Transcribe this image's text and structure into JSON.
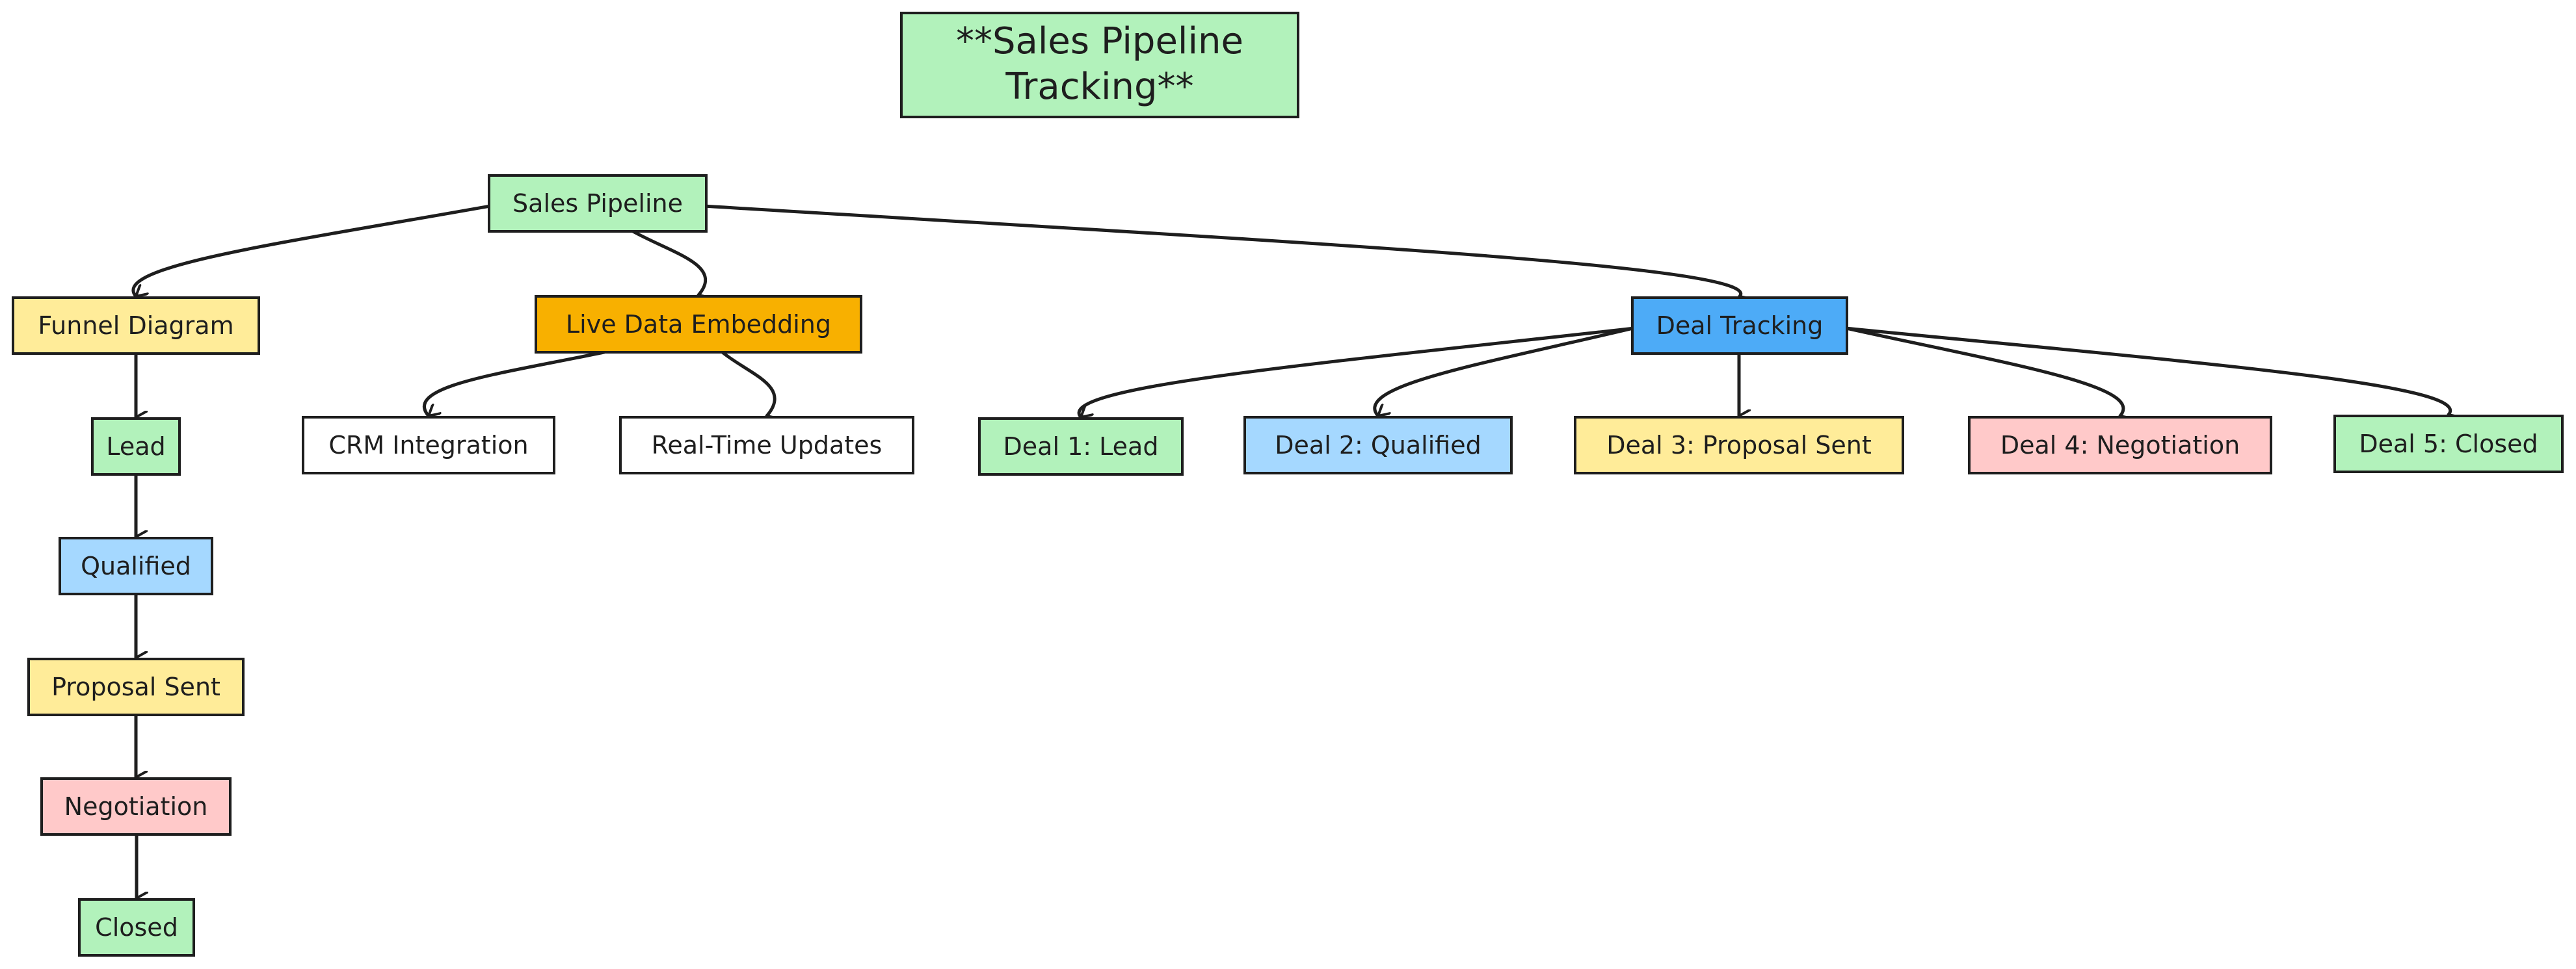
{
  "title": "**Sales Pipeline Tracking**",
  "title_lines": [
    "**Sales Pipeline",
    "Tracking**"
  ],
  "colors": {
    "green": "#b2f2bb",
    "yellow": "#ffec99",
    "orange": "#f8b000",
    "blue": "#4dabf7",
    "light_blue": "#a5d8ff",
    "pink": "#ffc9c9",
    "white": "#ffffff",
    "stroke": "#1e1e1e"
  },
  "nodes": {
    "root": {
      "label": "Sales Pipeline",
      "color": "#b2f2bb"
    },
    "funnel": {
      "label": "Funnel Diagram",
      "color": "#ffec99"
    },
    "lead": {
      "label": "Lead",
      "color": "#b2f2bb"
    },
    "qualified": {
      "label": "Qualified",
      "color": "#a5d8ff"
    },
    "proposal": {
      "label": "Proposal Sent",
      "color": "#ffec99"
    },
    "negotiation": {
      "label": "Negotiation",
      "color": "#ffc9c9"
    },
    "closed": {
      "label": "Closed",
      "color": "#b2f2bb"
    },
    "live": {
      "label": "Live Data Embedding",
      "color": "#f8b000"
    },
    "crm": {
      "label": "CRM Integration",
      "color": "#ffffff"
    },
    "realtime": {
      "label": "Real-Time Updates",
      "color": "#ffffff"
    },
    "deal_tracking": {
      "label": "Deal Tracking",
      "color": "#4dabf7"
    },
    "deal1": {
      "label": "Deal 1: Lead",
      "color": "#b2f2bb"
    },
    "deal2": {
      "label": "Deal 2: Qualified",
      "color": "#a5d8ff"
    },
    "deal3": {
      "label": "Deal 3: Proposal Sent",
      "color": "#ffec99"
    },
    "deal4": {
      "label": "Deal 4: Negotiation",
      "color": "#ffc9c9"
    },
    "deal5": {
      "label": "Deal 5: Closed",
      "color": "#b2f2bb"
    }
  },
  "edges": [
    [
      "root",
      "funnel"
    ],
    [
      "root",
      "live"
    ],
    [
      "root",
      "deal_tracking"
    ],
    [
      "funnel",
      "lead"
    ],
    [
      "lead",
      "qualified"
    ],
    [
      "qualified",
      "proposal"
    ],
    [
      "proposal",
      "negotiation"
    ],
    [
      "negotiation",
      "closed"
    ],
    [
      "live",
      "crm"
    ],
    [
      "live",
      "realtime"
    ],
    [
      "deal_tracking",
      "deal1"
    ],
    [
      "deal_tracking",
      "deal2"
    ],
    [
      "deal_tracking",
      "deal3"
    ],
    [
      "deal_tracking",
      "deal4"
    ],
    [
      "deal_tracking",
      "deal5"
    ]
  ]
}
